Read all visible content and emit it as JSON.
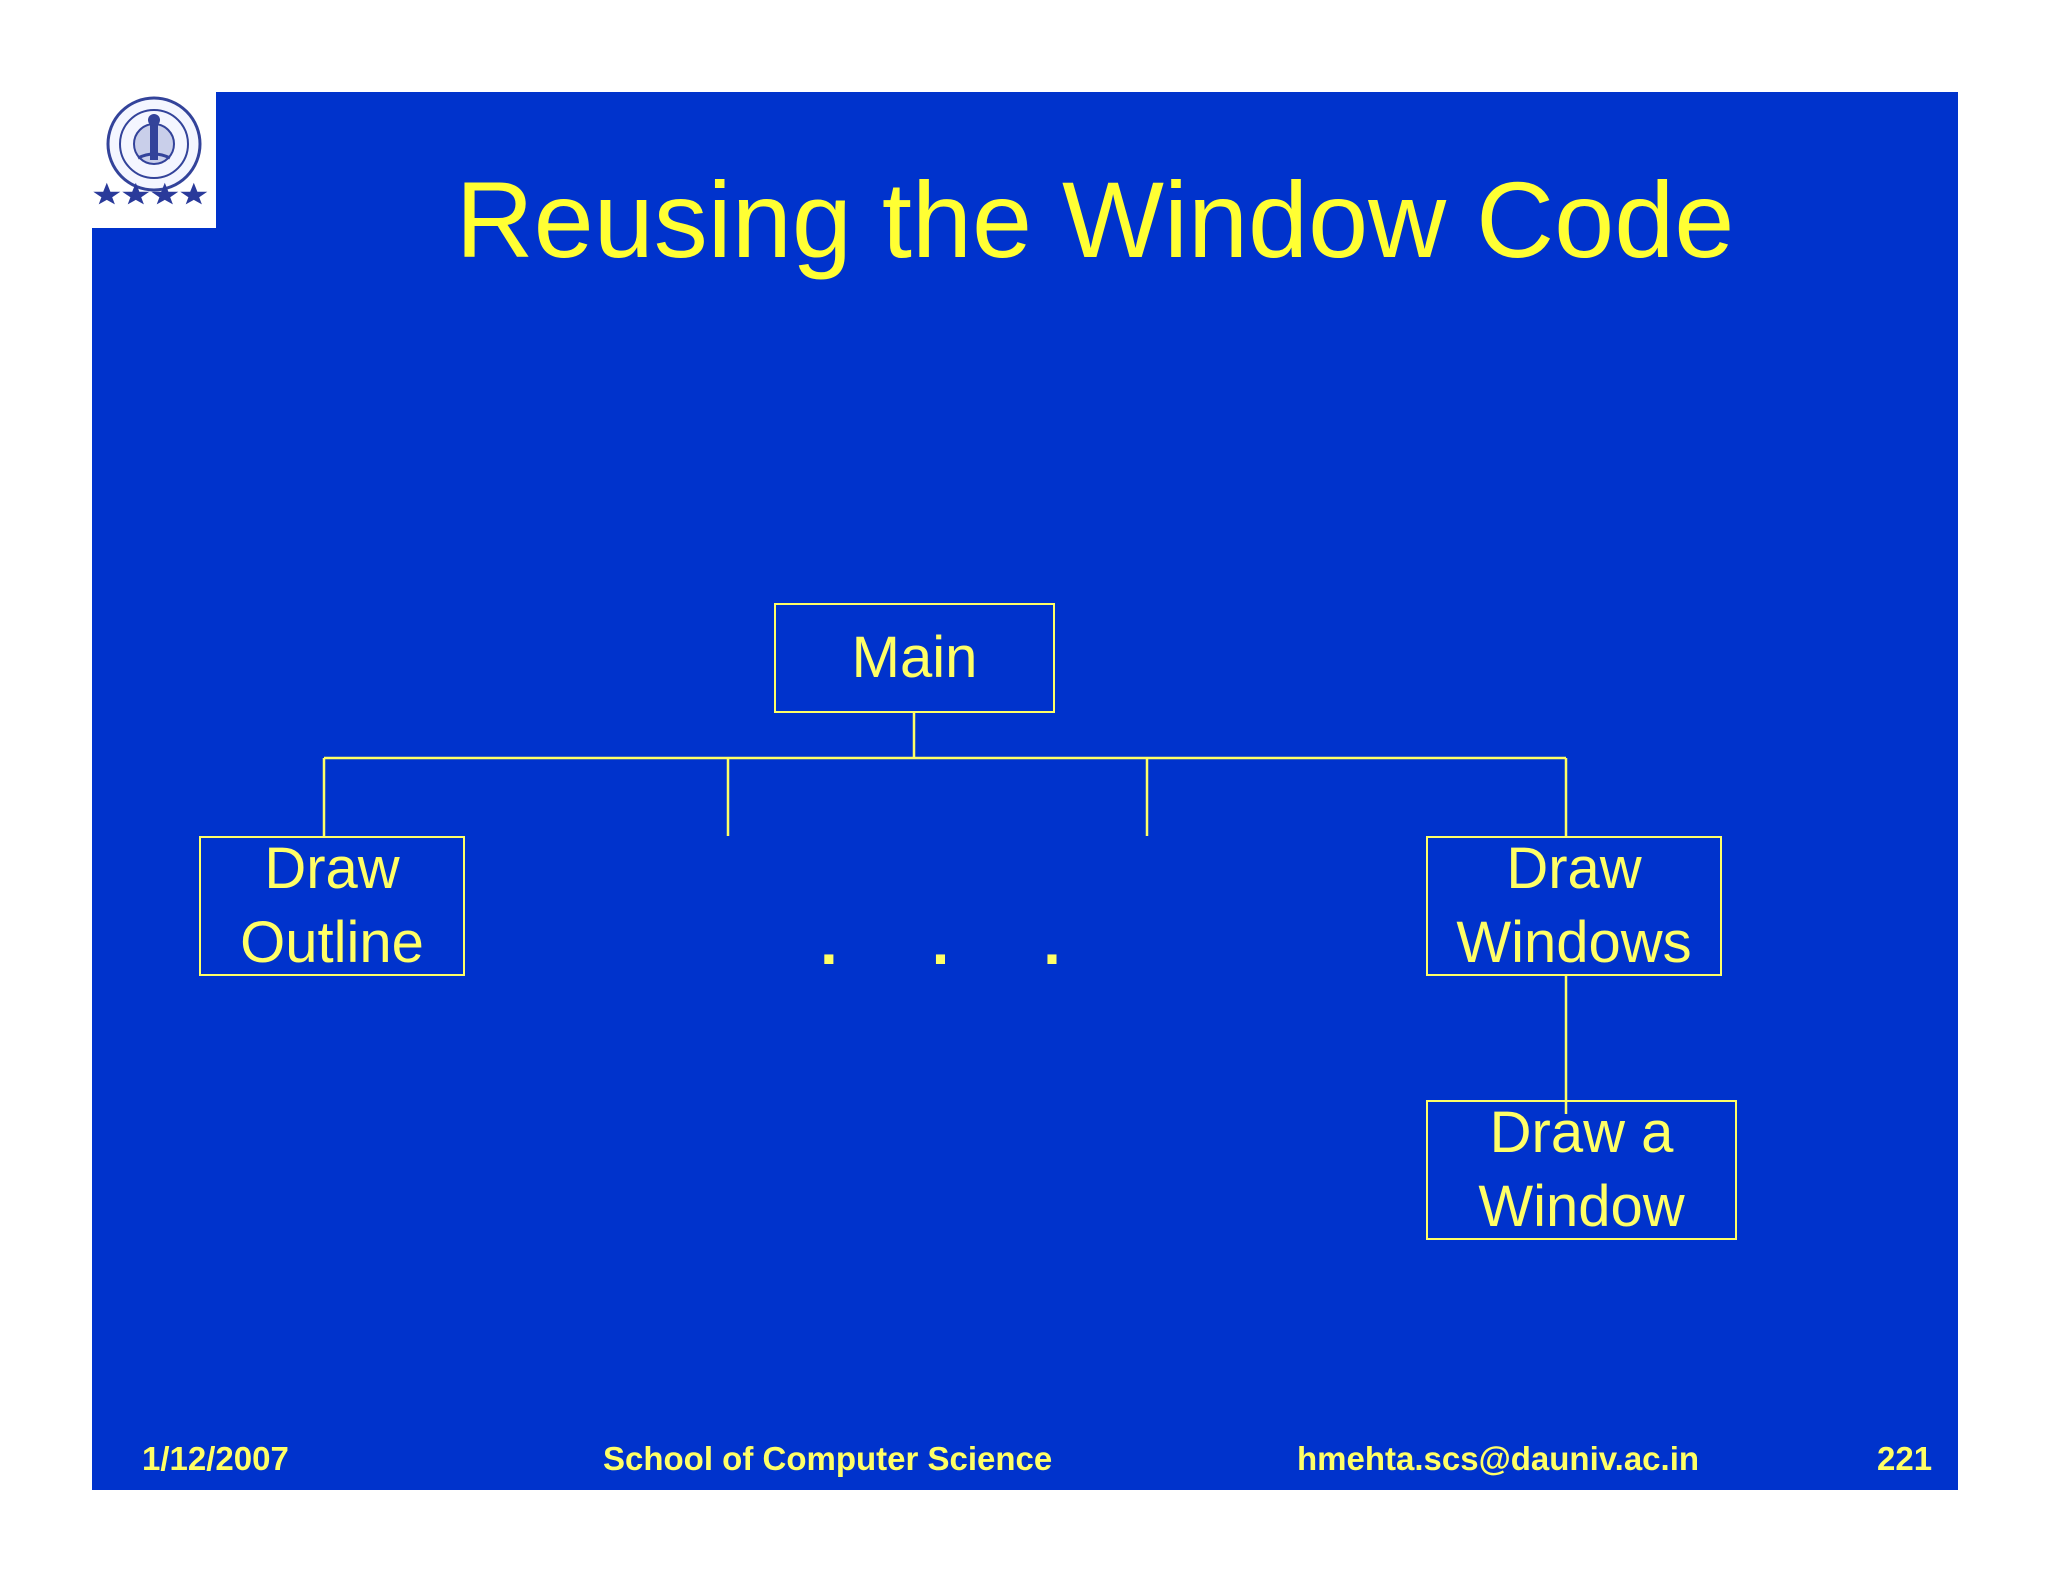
{
  "slide": {
    "title": "Reusing the Window Code",
    "background_color": "#0033cc",
    "text_color": "#ffff33"
  },
  "logo": {
    "icon": "university-seal-icon",
    "stars": 4
  },
  "diagram": {
    "nodes": {
      "main": {
        "lines": [
          "Main"
        ]
      },
      "draw_outline": {
        "lines": [
          "Draw",
          "Outline"
        ]
      },
      "draw_windows": {
        "lines": [
          "Draw",
          "Windows"
        ]
      },
      "draw_a_window": {
        "lines": [
          "Draw a",
          "Window"
        ]
      }
    },
    "ellipsis": ". . ."
  },
  "footer": {
    "date": "1/12/2007",
    "school": "School of Computer Science",
    "email": "hmehta.scs@dauniv.ac.in",
    "page": "221"
  }
}
